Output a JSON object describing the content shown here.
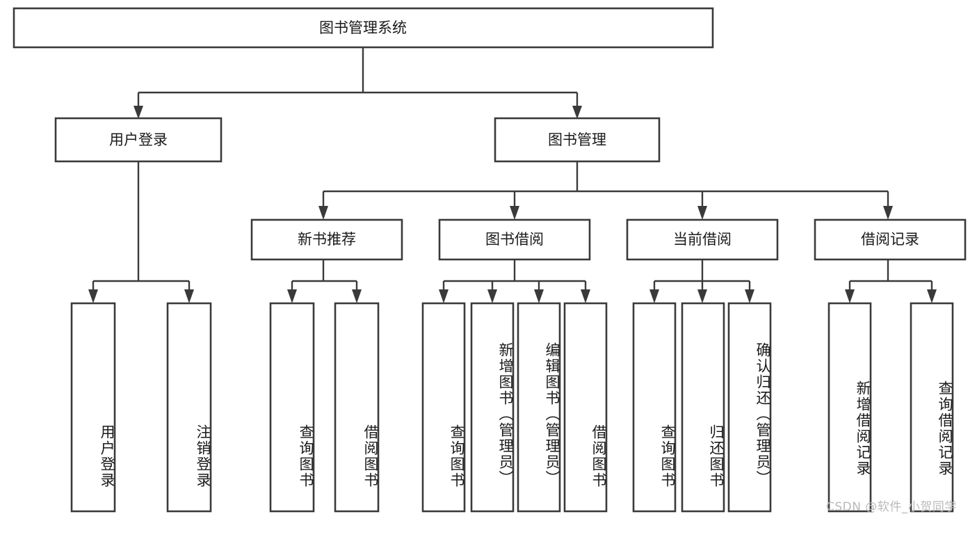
{
  "diagram": {
    "title": "图书管理系统",
    "type": "tree-hierarchy-diagram",
    "colors": {
      "box_stroke": "#3a3a3a",
      "box_fill": "#ffffff",
      "text": "#1a1a1a",
      "connector": "#3a3a3a",
      "watermark": "#b9b9b9",
      "background": "#ffffff"
    },
    "root": {
      "label": "图书管理系统"
    },
    "level1": [
      {
        "label": "用户登录"
      },
      {
        "label": "图书管理"
      }
    ],
    "level2": [
      {
        "label": "新书推荐"
      },
      {
        "label": "图书借阅"
      },
      {
        "label": "当前借阅"
      },
      {
        "label": "借阅记录"
      }
    ],
    "leaves": {
      "user_login": [
        {
          "label": "用户登录"
        },
        {
          "label": "注销登录"
        }
      ],
      "new_book_recommend": [
        {
          "label": "查询图书"
        },
        {
          "label": "借阅图书"
        }
      ],
      "book_borrow": [
        {
          "label": "查询图书"
        },
        {
          "label": "新增图书（管理员）"
        },
        {
          "label": "编辑图书（管理员）"
        },
        {
          "label": "借阅图书"
        }
      ],
      "current_borrow": [
        {
          "label": "查询图书"
        },
        {
          "label": "归还图书"
        },
        {
          "label": "确认归还（管理员）"
        }
      ],
      "borrow_record": [
        {
          "label": "新增借阅记录"
        },
        {
          "label": "查询借阅记录"
        }
      ]
    },
    "watermark": "CSDN @软件_小贺同学"
  }
}
